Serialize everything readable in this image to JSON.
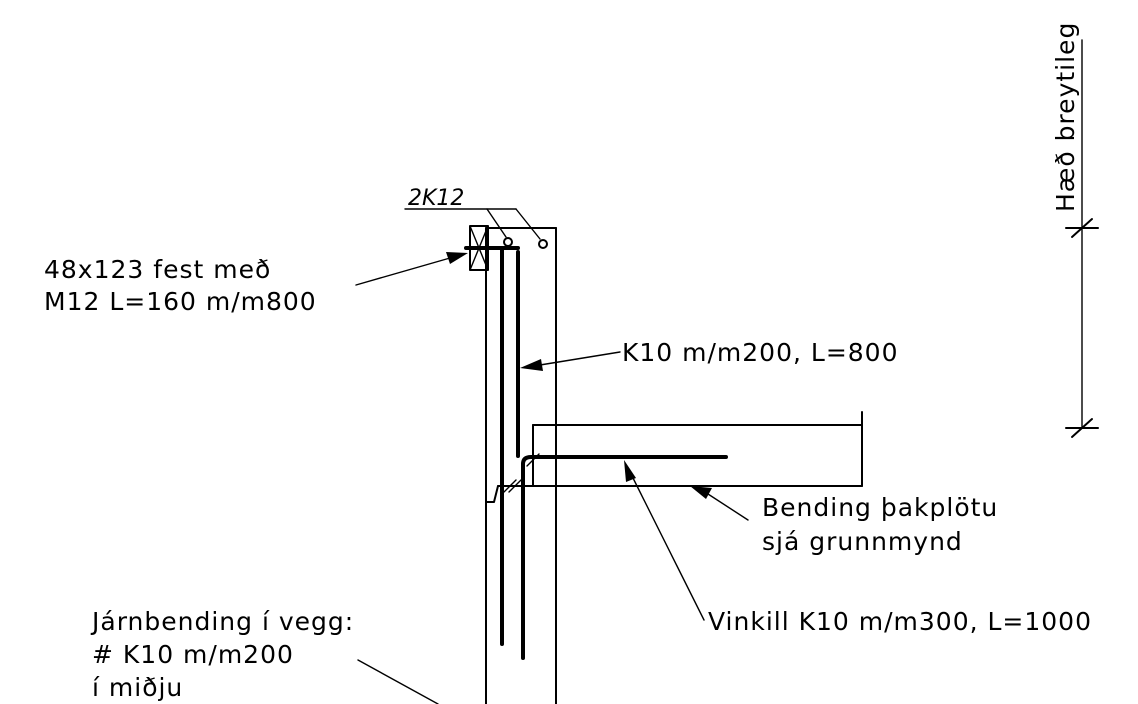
{
  "labels": {
    "height_note": "Hæð breytileg",
    "top_bars": "2K12",
    "timber_line1": "48x123 fest með",
    "timber_line2": "M12 L=160 m/m800",
    "wall_bar": "K10 m/m200, L=800",
    "slab_line1": "Bending þakplötu",
    "slab_line2": "sjá grunnmynd",
    "angle_bar": "Vinkill K10 m/m300, L=1000",
    "wall_reinf_line1": "Járnbending í vegg:",
    "wall_reinf_line2": "# K10 m/m200",
    "wall_reinf_line3": "í miðju"
  }
}
